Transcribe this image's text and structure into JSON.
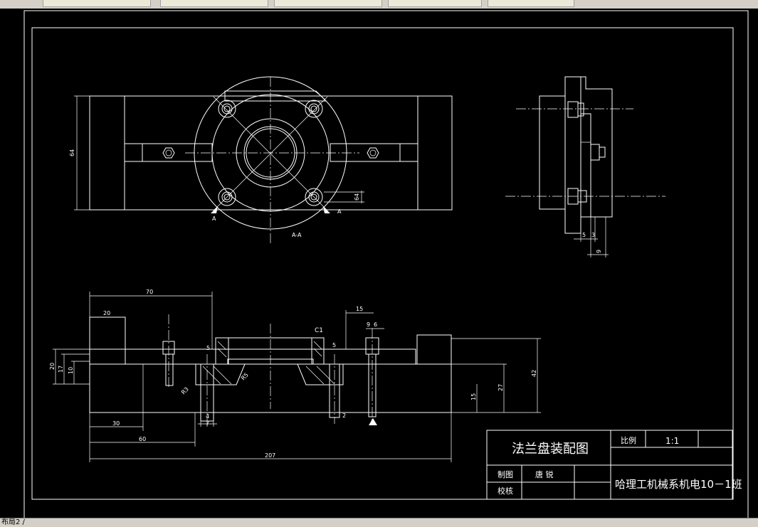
{
  "status": {
    "layout_tab": "布局2 /"
  },
  "section_label": "A-A",
  "section_arrows": [
    "A",
    "A",
    "A"
  ],
  "dims": {
    "d64v": "64",
    "d64h": "64",
    "d5": "5",
    "d3": "3",
    "d9": "9",
    "d70": "70",
    "d20": "20",
    "d15": "15",
    "d9b": "9",
    "d6": "6",
    "c1": "C1",
    "d5a": "5",
    "d5b": "5",
    "d20v": "20",
    "d17": "17",
    "d10": "10",
    "r3": "R3",
    "r5": "R5",
    "d42": "42",
    "d27": "27",
    "d15v": "15",
    "d4": "4",
    "d7": "7",
    "d2": "2",
    "d30": "30",
    "d60": "60",
    "d207": "207"
  },
  "title_block": {
    "drawing_title": "法兰盘装配图",
    "scale_label": "比例",
    "scale_value": "1:1",
    "drawn_label": "制图",
    "drawn_name": "唐 锐",
    "check_label": "校核",
    "school": "哈理工机械系机电10－1班"
  },
  "colors": {
    "background": "#000000",
    "lines": "#ffffff",
    "chrome": "#d4d0c8"
  }
}
